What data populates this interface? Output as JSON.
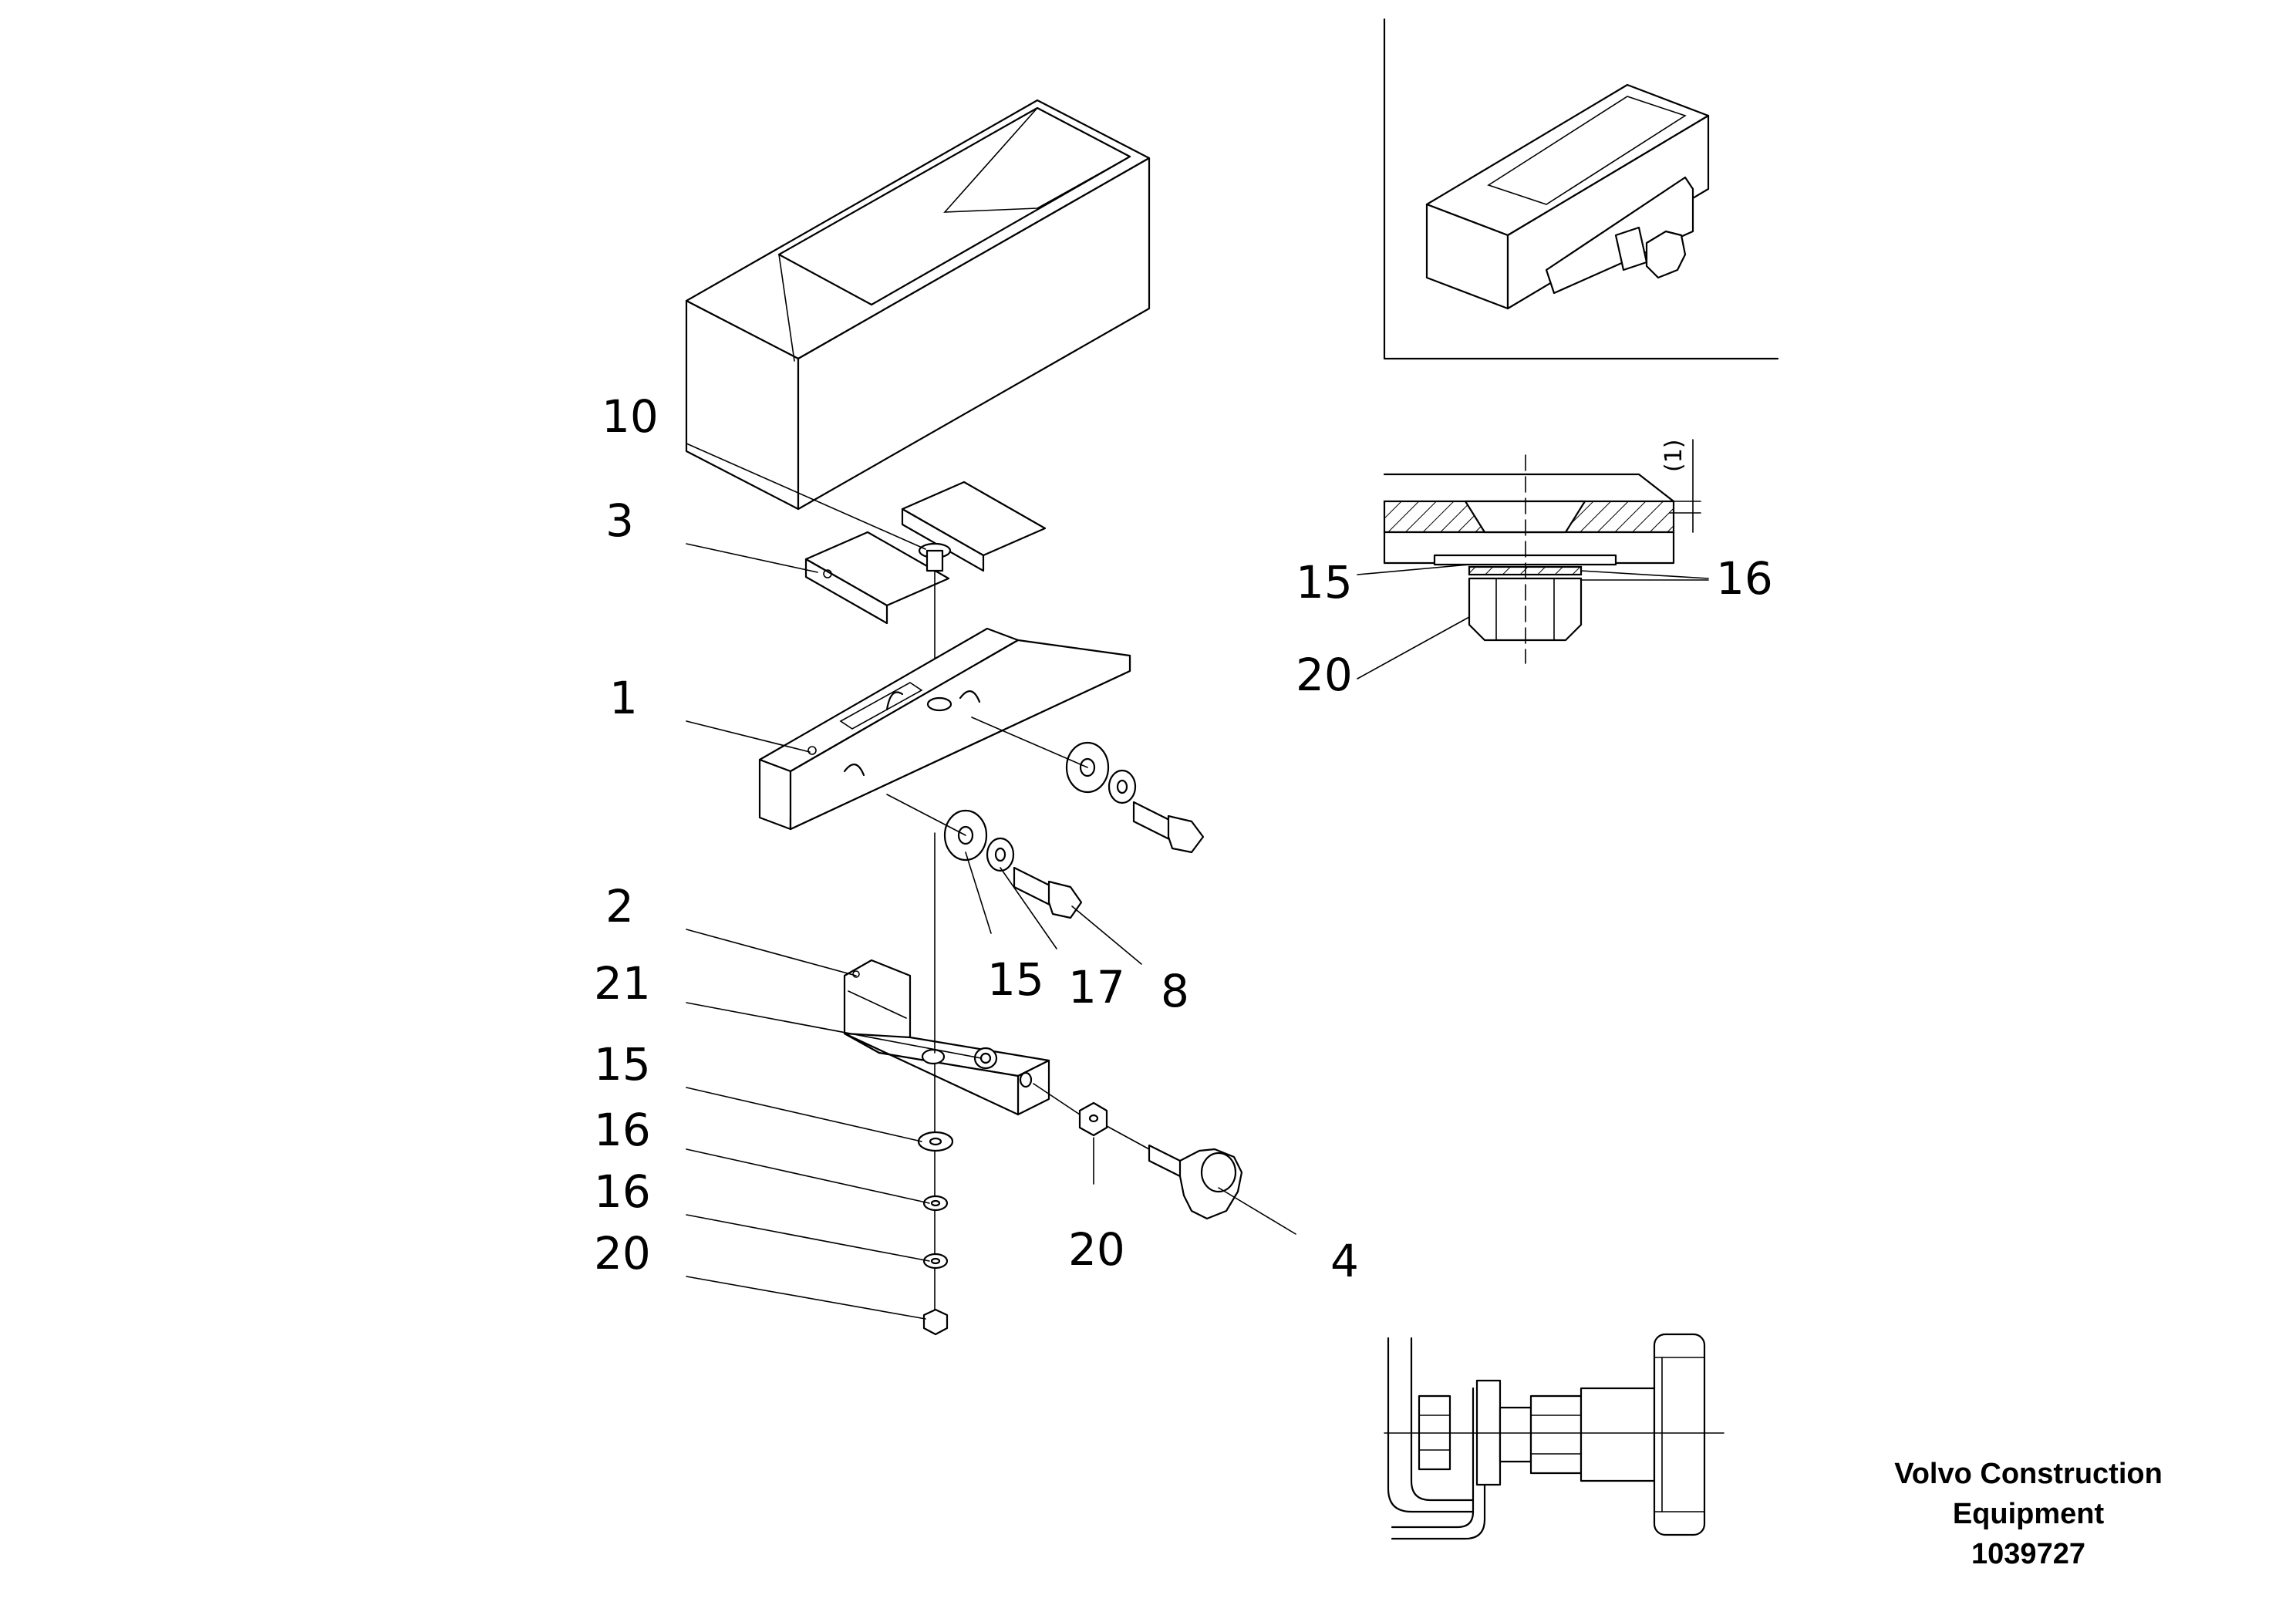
{
  "callouts": {
    "c10": "10",
    "c3": "3",
    "c1": "1",
    "c2": "2",
    "c21": "21",
    "c15_left": "15",
    "c16_left_a": "16",
    "c16_left_b": "16",
    "c20_left": "20",
    "c15_mid": "15",
    "c17": "17",
    "c8": "8",
    "c20_mid": "20",
    "c4": "4",
    "c15_section": "15",
    "c16_section": "16",
    "c20_section": "20"
  },
  "dimension_label": "(1)",
  "credit": {
    "line1": "Volvo Construction",
    "line2": "Equipment",
    "drawing_number": "1039727"
  }
}
